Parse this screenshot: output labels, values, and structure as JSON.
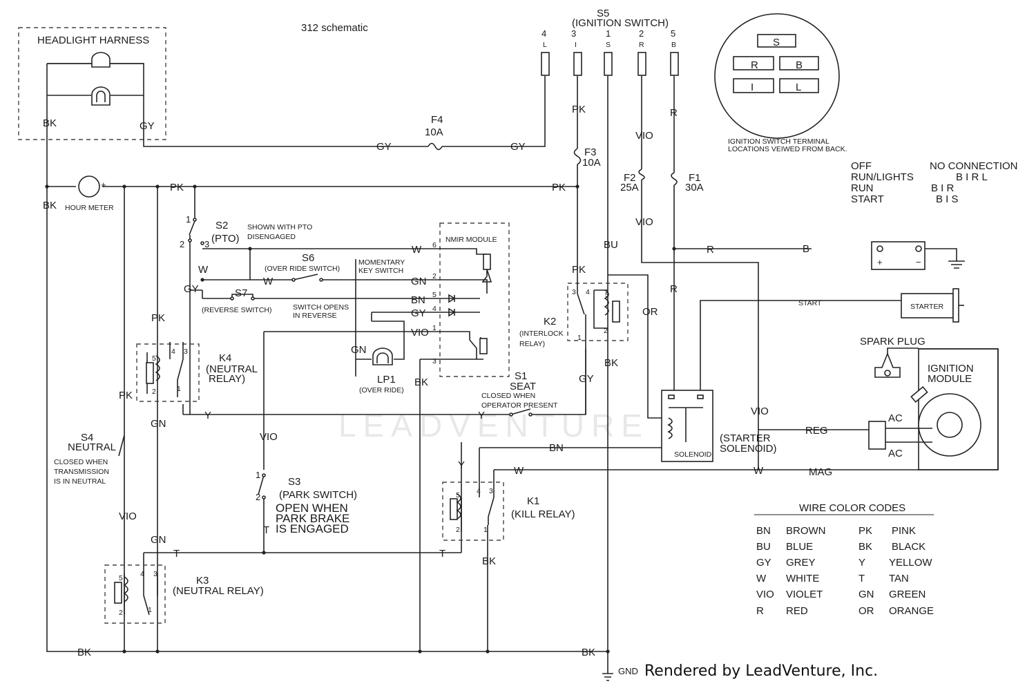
{
  "title": "312 schematic",
  "watermark": "LEADVENTURE",
  "credit": "Rendered by LeadVenture, Inc.",
  "gnd_label": "GND",
  "headlight": {
    "title": "HEADLIGHT  HARNESS",
    "bk": "BK",
    "gy": "GY"
  },
  "hour_meter": {
    "label": "HOUR METER",
    "plus": "+"
  },
  "ignition_switch": {
    "id": "S5",
    "name": "(IGNITION SWITCH)",
    "pins": [
      {
        "num": "4",
        "letter": "L"
      },
      {
        "num": "3",
        "letter": "I"
      },
      {
        "num": "1",
        "letter": "S"
      },
      {
        "num": "2",
        "letter": "R"
      },
      {
        "num": "5",
        "letter": "B"
      }
    ],
    "face_terminals": [
      "S",
      "R",
      "B",
      "I",
      "L"
    ],
    "face_caption_1": "IGNITION SWITCH TERMINAL",
    "face_caption_2": "LOCATIONS VEIWED FROM BACK.",
    "positions_header": "NO CONNECTION",
    "positions": [
      {
        "name": "OFF",
        "conn": ""
      },
      {
        "name": "RUN/LIGHTS",
        "conn": "B I R L"
      },
      {
        "name": "RUN",
        "conn": "B I R"
      },
      {
        "name": "START",
        "conn": "B I S"
      }
    ]
  },
  "fuses": [
    {
      "id": "F4",
      "rating": "10A"
    },
    {
      "id": "F3",
      "rating": "10A"
    },
    {
      "id": "F2",
      "rating": "25A"
    },
    {
      "id": "F1",
      "rating": "30A"
    }
  ],
  "switches": {
    "s2": {
      "id": "S2",
      "name": "(PTO)",
      "note_1": "SHOWN WITH PTO",
      "note_2": "DISENGAGED",
      "p1": "1",
      "p2": "2",
      "p3": "3"
    },
    "s6": {
      "id": "S6",
      "name": "(OVER RIDE SWITCH)"
    },
    "s7": {
      "id": "S7",
      "name": "(REVERSE SWITCH)",
      "note_1": "SWITCH OPENS",
      "note_2": "IN REVERSE"
    },
    "momentary_1": "MOMENTARY",
    "momentary_2": "KEY SWITCH",
    "s1": {
      "id": "S1",
      "name": "SEAT",
      "note_1": "CLOSED WHEN",
      "note_2": "OPERATOR PRESENT"
    },
    "s4": {
      "id": "S4",
      "name": "NEUTRAL",
      "note_1": "CLOSED WHEN",
      "note_2": "TRANSMISSION",
      "note_3": "IS IN NEUTRAL"
    },
    "s3": {
      "id": "S3",
      "name": "(PARK SWITCH)",
      "note_1": "OPEN WHEN",
      "note_2": "PARK BRAKE",
      "note_3": "IS ENGAGED",
      "p1": "1",
      "p2": "2"
    }
  },
  "nmir": {
    "title": "NMIR MODULE",
    "pins": [
      "6",
      "2",
      "5",
      "4",
      "1",
      "3"
    ]
  },
  "lp1": {
    "id": "LP1",
    "name": "(OVER RIDE)"
  },
  "relays": {
    "k1": {
      "id": "K1",
      "name": "(KILL RELAY)"
    },
    "k2": {
      "id": "K2",
      "name_1": "(INTERLOCK",
      "name_2": "RELAY)"
    },
    "k3": {
      "id": "K3",
      "name": "(NEUTRAL RELAY)"
    },
    "k4": {
      "id": "K4",
      "name_1": "(NEUTRAL",
      "name_2": "RELAY)"
    },
    "pin_labels": [
      "1",
      "2",
      "3",
      "4",
      "5"
    ]
  },
  "battery": {
    "plus": "+",
    "minus": "−",
    "terminal": "B"
  },
  "starter": {
    "label": "STARTER",
    "wire": "START"
  },
  "solenoid": {
    "label": "SOLENOID",
    "name_1": "(STARTER",
    "name_2": "SOLENOID)"
  },
  "spark_plug": "SPARK PLUG",
  "ignition_module": {
    "name_1": "IGNITION",
    "name_2": "MODULE",
    "ac": "AC",
    "reg": "REG",
    "mag": "MAG"
  },
  "wire_labels": {
    "bk": "BK",
    "gy": "GY",
    "pk": "PK",
    "r": "R",
    "vio": "VIO",
    "bu": "BU",
    "or": "OR",
    "w": "W",
    "gn": "GN",
    "bn": "BN",
    "y": "Y",
    "t": "T"
  },
  "legend": {
    "title": "WIRE COLOR CODES",
    "items": [
      {
        "code": "BN",
        "name": "BROWN"
      },
      {
        "code": "BU",
        "name": "BLUE"
      },
      {
        "code": "GY",
        "name": "GREY"
      },
      {
        "code": "W",
        "name": "WHITE"
      },
      {
        "code": "VIO",
        "name": "VIOLET"
      },
      {
        "code": "R",
        "name": "RED"
      },
      {
        "code": "PK",
        "name": "PINK"
      },
      {
        "code": "BK",
        "name": "BLACK"
      },
      {
        "code": "Y",
        "name": "YELLOW"
      },
      {
        "code": "T",
        "name": "TAN"
      },
      {
        "code": "GN",
        "name": "GREEN"
      },
      {
        "code": "OR",
        "name": "ORANGE"
      }
    ]
  },
  "colors": {
    "line": "#222222",
    "text": "#1a1a1a",
    "watermark": "#e8e8e8"
  }
}
